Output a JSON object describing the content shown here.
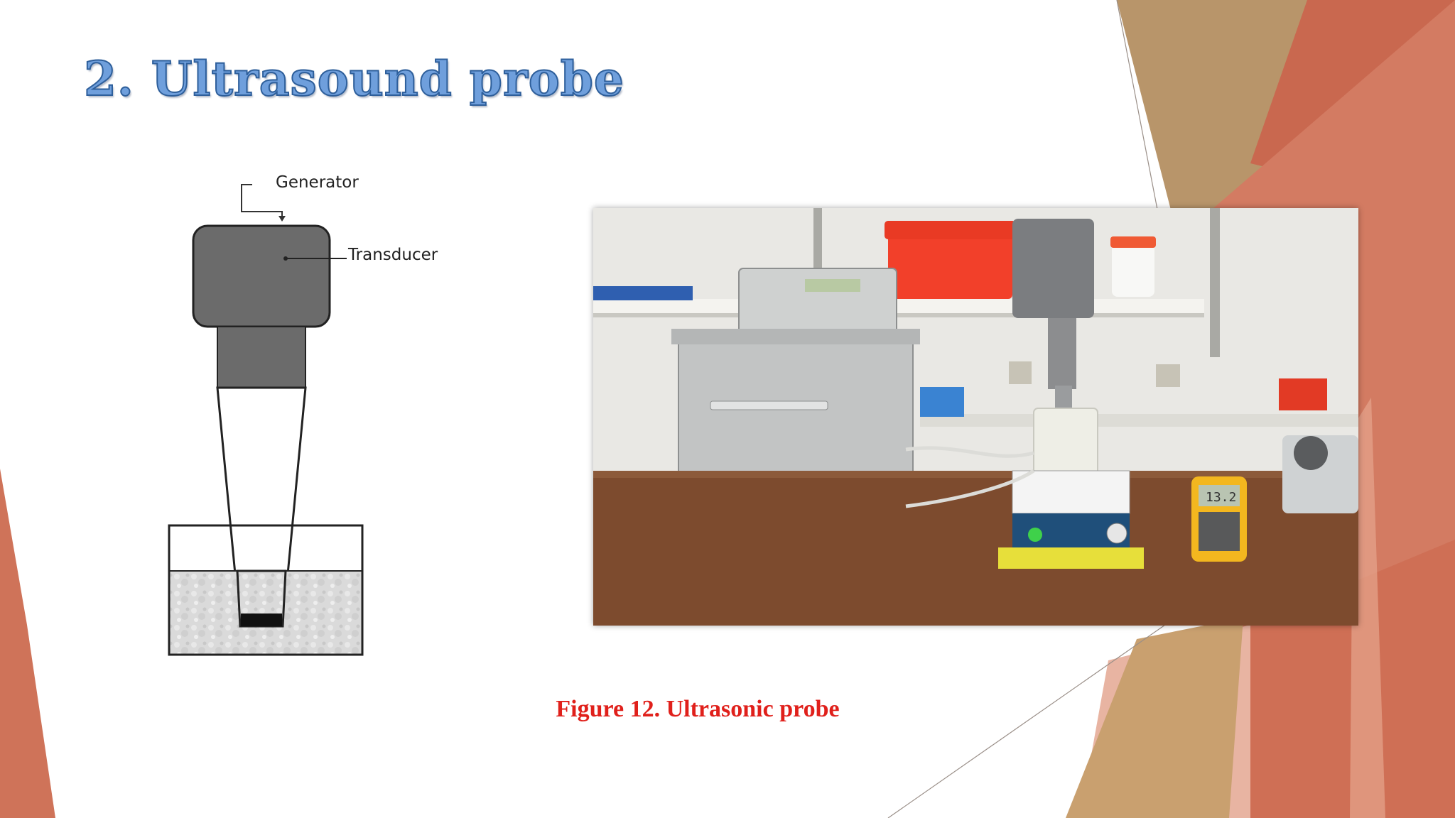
{
  "slide": {
    "title": "2. Ultrasound probe",
    "caption": "Figure 12. Ultrasonic probe"
  },
  "diagram": {
    "labels": {
      "generator": "Generator",
      "transducer": "Transducer"
    }
  },
  "photo": {
    "thermometer_reading": "13.2"
  },
  "colors": {
    "title_fill": "#6f9fdc",
    "title_outline": "#2e5f9b",
    "caption": "#e0201b",
    "accent_terracotta": "#d0735a",
    "accent_tan": "#b8956a",
    "accent_pink": "#e8b4a2"
  }
}
